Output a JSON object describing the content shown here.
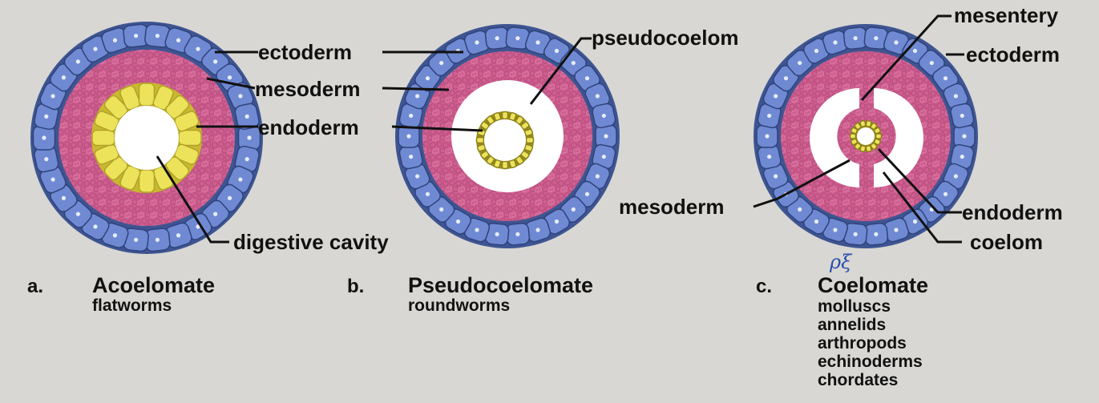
{
  "colors": {
    "background": "#d8d7d3",
    "ectoderm": "#5f78c4",
    "ectoderm_cell": "#6f8ad3",
    "mesoderm": "#cf5f90",
    "endoderm": "#e4dc4a",
    "cavity": "#ffffff",
    "line": "#111111",
    "annotation_ink": "#2a4fb0"
  },
  "panels": [
    {
      "letter": "a.",
      "title": "Acoelomate",
      "examples": [
        "flatworms"
      ],
      "labels": {
        "ectoderm": "ectoderm",
        "mesoderm": "mesoderm",
        "endoderm": "endoderm",
        "digestive_cavity": "digestive cavity"
      }
    },
    {
      "letter": "b.",
      "title": "Pseudocoelomate",
      "examples": [
        "roundworms"
      ],
      "labels": {
        "pseudocoelom": "pseudocoelom"
      }
    },
    {
      "letter": "c.",
      "title": "Coelomate",
      "examples": [
        "molluscs",
        "annelids",
        "arthropods",
        "echinoderms",
        "chordates"
      ],
      "labels": {
        "mesentery": "mesentery",
        "ectoderm": "ectoderm",
        "mesoderm": "mesoderm",
        "endoderm": "endoderm",
        "coelom": "coelom"
      },
      "handwritten_note": "ρξ"
    }
  ]
}
